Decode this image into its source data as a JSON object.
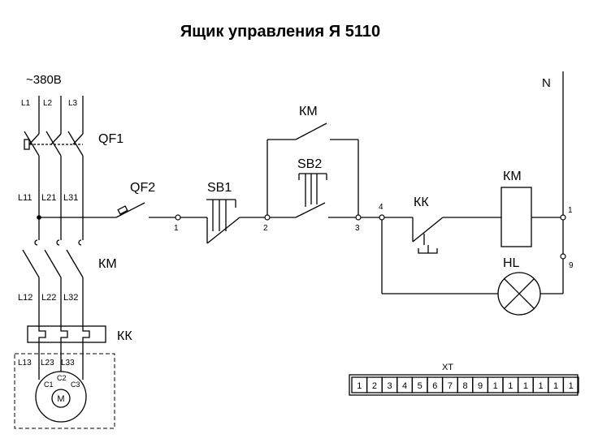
{
  "title": "Ящик управления Я 5110",
  "supply": {
    "voltage": "~380В",
    "phases": [
      "L1",
      "L2",
      "L3"
    ],
    "neutral": "N"
  },
  "labels": {
    "qf1": "QF1",
    "qf2": "QF2",
    "km_main": "КМ",
    "km_aux": "КМ",
    "km_coil": "КМ",
    "kk_main": "КК",
    "kk_aux": "КК",
    "sb1": "SB1",
    "sb2": "SB2",
    "hl": "HL",
    "motor": "М"
  },
  "wires": {
    "after_qf1": [
      "L11",
      "L21",
      "L31"
    ],
    "after_km": [
      "L12",
      "L22",
      "L32"
    ],
    "after_kk": [
      "L13",
      "L23",
      "L33"
    ],
    "motor_terminals": [
      "C1",
      "C2",
      "C3"
    ]
  },
  "nodes": [
    "1",
    "2",
    "3",
    "4",
    "1",
    "9"
  ],
  "terminal_block": {
    "label": "ХТ",
    "cells": [
      "1",
      "2",
      "3",
      "4",
      "5",
      "6",
      "7",
      "8",
      "9",
      "1",
      "1",
      "1",
      "1",
      "1",
      "1"
    ]
  }
}
